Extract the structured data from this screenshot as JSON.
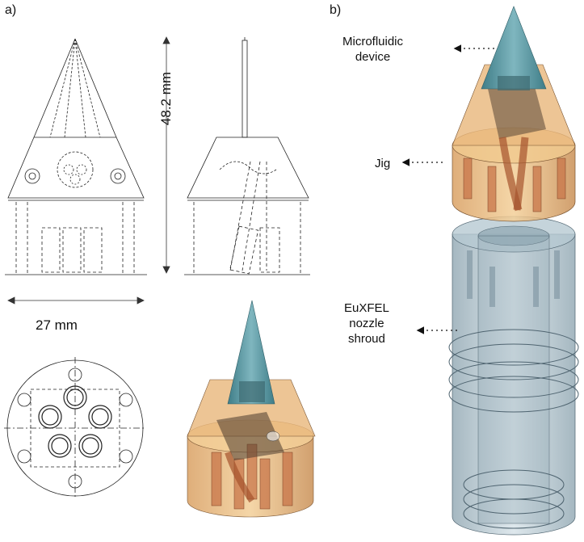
{
  "panels": {
    "a": "a)",
    "b": "b)"
  },
  "dimensions": {
    "height": "48.2 mm",
    "width": "27 mm"
  },
  "callouts": {
    "microfluidic": [
      "Microfluidic",
      "device"
    ],
    "jig": "Jig",
    "shroud": [
      "EuXFEL",
      "nozzle",
      "shroud"
    ]
  },
  "colors": {
    "cone": "#5b9aa6",
    "jig": "#e8b77a",
    "tubes": "#c8764a",
    "shroud": "#9fb6c2",
    "line": "#222222"
  }
}
